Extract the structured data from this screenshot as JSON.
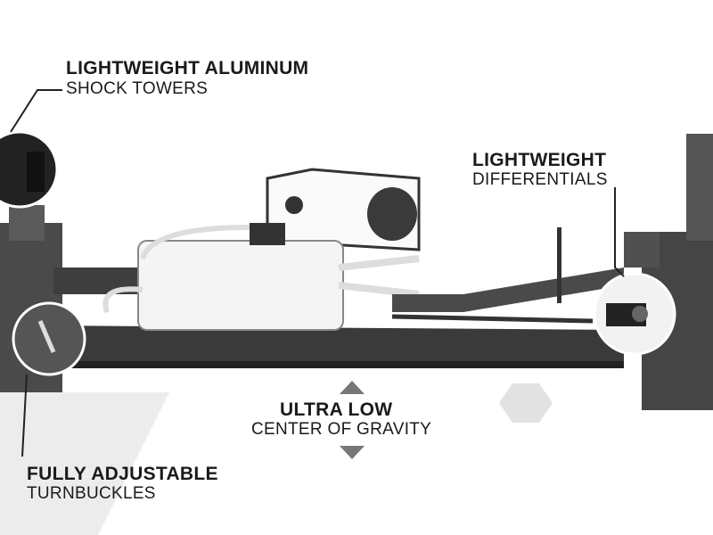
{
  "callouts": {
    "shock_towers": {
      "title": "LIGHTWEIGHT ALUMINUM",
      "subtitle": "SHOCK TOWERS"
    },
    "differentials": {
      "title": "LIGHTWEIGHT",
      "subtitle": "DIFFERENTIALS"
    },
    "center_of_gravity": {
      "title": "ULTRA LOW",
      "subtitle": "CENTER OF GRAVITY"
    },
    "turnbuckles": {
      "title": "FULLY ADJUSTABLE",
      "subtitle": "TURNBUCKLES"
    }
  },
  "colors": {
    "text": "#1a1a1a",
    "chassis": "#3a3a3a",
    "accent_gray": "#d8d8d8"
  }
}
